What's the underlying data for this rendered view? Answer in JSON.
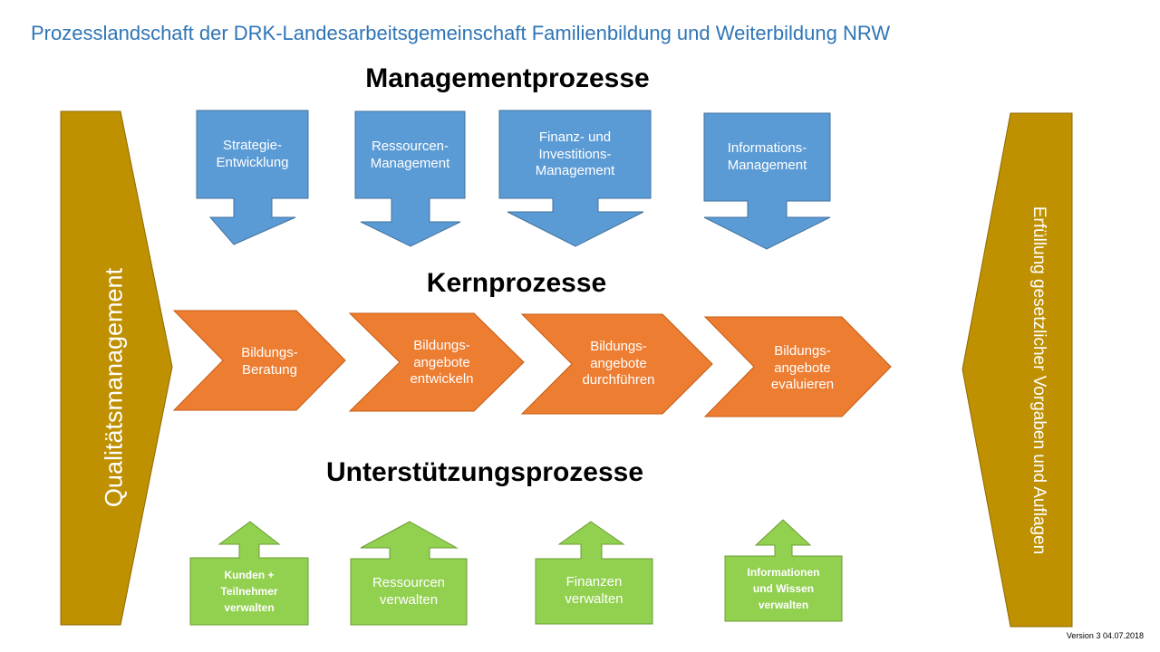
{
  "title": "Prozesslandschaft der DRK-Landesarbeitsgemeinschaft Familienbildung und Weiterbildung NRW",
  "headings": {
    "management": "Managementprozesse",
    "kern": "Kernprozesse",
    "unterstuetzung": "Unterstützungsprozesse"
  },
  "sides": {
    "left": "Qualitätsmanagement",
    "right": "Erfüllung gesetzlicher Vorgaben und Auflagen"
  },
  "management_processes": [
    "Strategie-\nEntwicklung",
    "Ressourcen-\nManagement",
    "Finanz- und\nInvestitions-\nManagement",
    "Informations-\nManagement"
  ],
  "core_processes": [
    "Bildungs-\nBeratung",
    "Bildungs-\nangebote\nentwickeln",
    "Bildungs-\nangebote\ndurchführen",
    "Bildungs-\nangebote\nevaluieren"
  ],
  "support_processes": [
    "Kunden +\nTeilnehmer\nverwalten",
    "Ressourcen\nverwalten",
    "Finanzen\nverwalten",
    "Informationen\nund Wissen\nverwalten"
  ],
  "version": "Version 3  04.07.2018",
  "colors": {
    "title": "#2E75B6",
    "management": "#5B9BD5",
    "core": "#ED7D31",
    "support": "#92D050",
    "side": "#BF9000"
  }
}
